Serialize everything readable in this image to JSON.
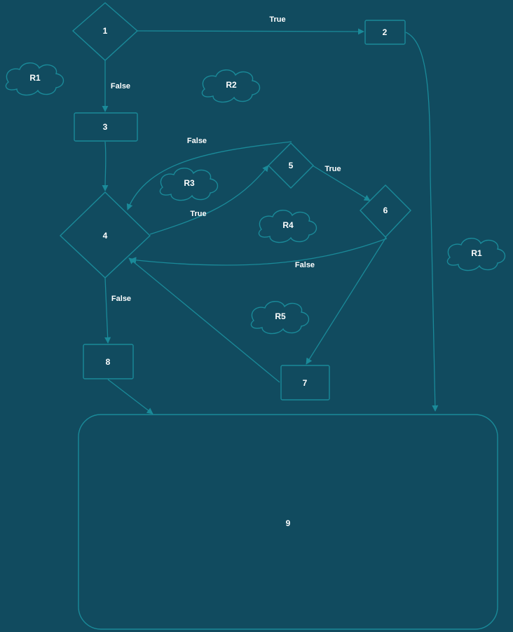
{
  "colors": {
    "background": "#114b5f",
    "fill": "#e05a66",
    "stroke": "#1a8a99",
    "text": "#ffffff"
  },
  "nodes": {
    "n1": "1",
    "n2": "2",
    "n3": "3",
    "n4": "4",
    "n5": "5",
    "n6": "6",
    "n7": "7",
    "n8": "8",
    "n9": "9"
  },
  "regions": {
    "r1_left": "R1",
    "r2": "R2",
    "r3": "R3",
    "r4": "R4",
    "r5": "R5",
    "r1_right": "R1"
  },
  "edges": {
    "e1_2": "True",
    "e1_3": "False",
    "e5_4": "False",
    "e5_6": "True",
    "e4_5": "True",
    "e6_4": "False",
    "e4_8": "False"
  }
}
